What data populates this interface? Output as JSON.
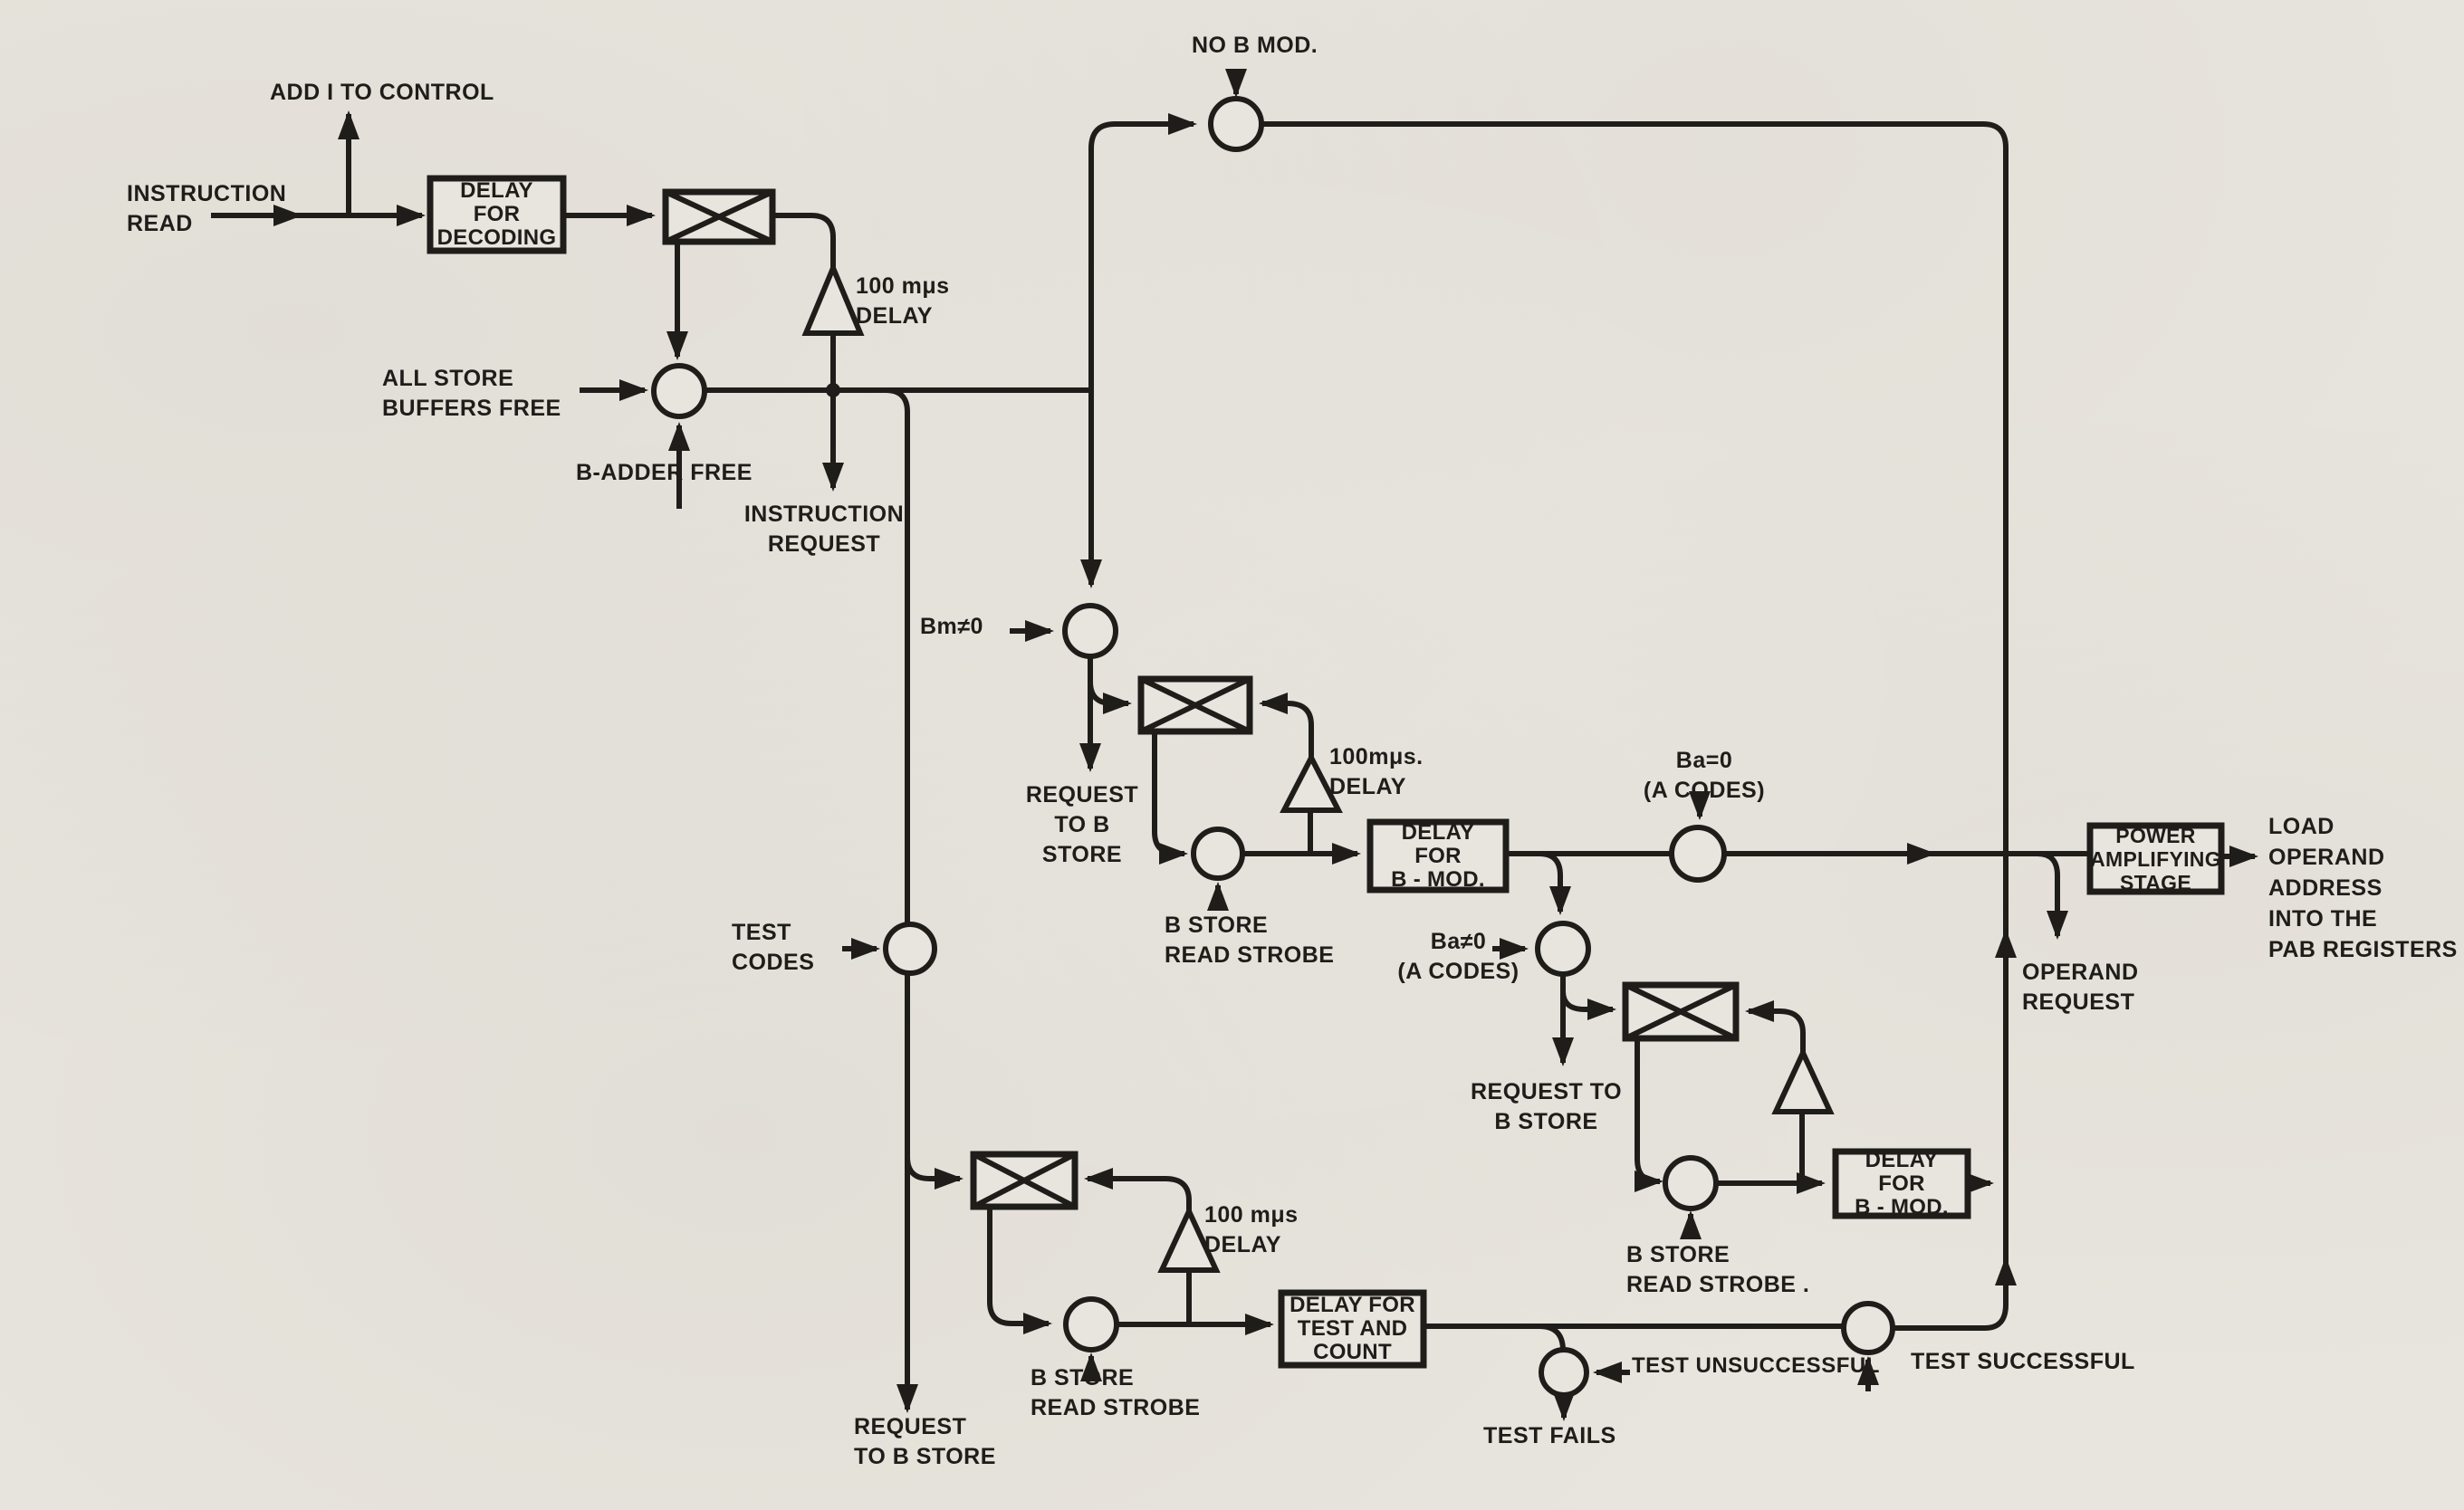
{
  "colors": {
    "ink": "#1f1d1a",
    "paper": "#e8e5de"
  },
  "labels": {
    "add_i_to_control": "ADD I TO CONTROL",
    "instruction_read": "INSTRUCTION\nREAD",
    "delay_100_a": "100 mμs\nDELAY",
    "all_store_buffers_free": "ALL STORE\nBUFFERS FREE",
    "b_adder_free": "B-ADDER FREE",
    "instruction_request": "INSTRUCTION\nREQUEST",
    "no_b_mod": "NO B MOD.",
    "bm_not_zero": "Bm≠0",
    "request_to_b_store_a": "REQUEST\nTO B STORE",
    "delay_100_b": "100mμs.\nDELAY",
    "b_store_read_strobe_a": "B STORE\nREAD STROBE",
    "ba_zero": "Ba=0\n(A CODES)",
    "ba_not_zero": "Ba≠0\n(A CODES)",
    "request_to_b_store_b": "REQUEST TO\nB STORE",
    "test_codes": "TEST\nCODES",
    "operand_request": "OPERAND\nREQUEST",
    "load_operand_address": "LOAD\nOPERAND\nADDRESS\nINTO THE\nPAB REGISTERS",
    "b_store_read_strobe_c": "B STORE\nREAD STROBE .",
    "delay_100_c": "100 mμs\nDELAY",
    "b_store_read_strobe_b": "B STORE\nREAD STROBE",
    "request_to_b_store_c": "REQUEST\nTO B STORE",
    "test_fails": "TEST FAILS",
    "test_unsuccessful": "TEST UNSUCCESSFUL",
    "test_successful": "TEST SUCCESSFUL"
  },
  "boxes": {
    "delay_for_decoding": "DELAY\nFOR\nDECODING",
    "delay_for_b_mod_a": "DELAY\nFOR\nB - MOD.",
    "delay_for_b_mod_b": "DELAY\nFOR\nB - MOD.",
    "delay_for_test_and_count": "DELAY FOR\nTEST AND\nCOUNT",
    "power_amplifying_stage": "POWER\nAMPLIFYING\nSTAGE"
  }
}
